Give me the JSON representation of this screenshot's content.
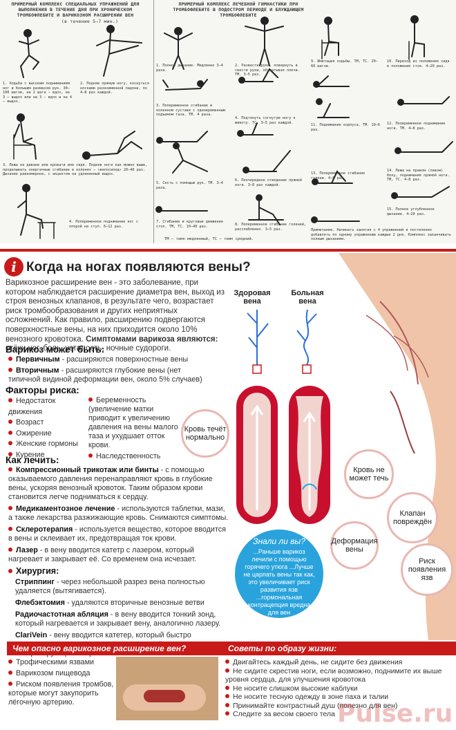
{
  "scan": {
    "col1_title": "ПРИМЕРНЫЙ КОМПЛЕКС СПЕЦИАЛЬНЫХ УПРАЖНЕНИЙ ДЛЯ ВЫПОЛНЕНИЯ В ТЕЧЕНИЕ ДНЯ ПРИ ХРОНИЧЕСКОМ ТРОМБОФЛЕБИТЕ И ВАРИКОЗНОМ РАСШИРЕНИИ ВЕН",
    "col1_sub": "(в течение 5—7 мин.)",
    "col2_title": "ПРИМЕРНЫЙ КОМПЛЕКС ЛЕЧЕБНОЙ ГИМНАСТИКИ ПРИ ТРОМБОФЛЕБИТЕ В ПОДОСТРОМ ПЕРИОДЕ И БЛУЖДАЮЩЕМ ТРОМБОФЛЕБИТЕ",
    "captions": [
      "1. Ходьба с высоким подниманием ног и большим размахом рук. 30—100 шагов, на 2 шага — вдох, на 3 — выдох или на 3 — вдох и на 4 — выдох.",
      "2. Подняв прямую ногу, коснуться носками разноименной ладони, по 4—8 раз каждой.",
      "3. Лежа на диване или кровати или сидя. Подняв ноги как можно выше, проделывать энергичные сгибание в коленях — «велосипед» 20—40 раз. Дыхание равномерное, с акцентом на удлиненный выдох.",
      "4. Попеременное поднимание ног с опорой на стул. 6—12 раз.",
      "1. Полное дыхание. Медленно 3—4 раза.",
      "2. Развести руки, повернуть и свести руки, обхватывая плечи. ТМ. 3—5 раз.",
      "3. Попеременное сгибание в коленном суставе с одновременным подъемом таза. ТМ. 4 раза.",
      "4. Подтянуть согнутую ногу к животу. ТС. 3—5 раз каждой.",
      "5. Сесть с помощью рук. ТМ. 3—4 раза.",
      "6. Поочередное отведение прямой ноги. 3—8 раз каждой.",
      "7. Сгибание и круговые движения стоп. ТМ, ТС. 10—40 раз.",
      "8. Попеременное сгибание голеней, расслабленно. 3—5 раз.",
      "9. Имитация ходьбы. ТМ, ТС. 20—60 шагов.",
      "10. Переход из положения сидя в положение стоя. 4—20 раз.",
      "11. Поднимание корпуса. ТМ. 10—6 раз.",
      "12. Попеременное поднимание ноги. ТМ. 4—8 раз.",
      "13. Попеременное сгибание голени. 4—8 раз.",
      "14. Лежа на правом (левом) боку, поднимание прямой ноги. ТМ, ТС. 4—8 раз.",
      "15. Полное углубленное дыхание. 4—20 раз."
    ],
    "note": "Примечание. Начинать занятия с 4 упражнений и постепенно добавлять по одному упражнению каждые 2 дня. Комплекс заканчивать полным дыханием.",
    "legend": "ТМ — темп медленный, ТС — темп средний."
  },
  "info": {
    "title": "Когда на ногах появляются вены?",
    "intro": "Варикозное расширение вен - это заболевание, при котором наблюдается расширение диаметра вен, выход из строя венозных клапанов, в результате чего, возрастает риск тромбообразования и других неприятных осложнений. Как правило, расширению подвергаются поверхностные вены, на них приходится около 10% венозного кровотока.",
    "symptoms_label": "Симптомами варикоза являются:",
    "symptoms": "отёки ног, боль, усталость, ночные судороги.",
    "types_title": "Варикоз может быть:",
    "type1_b": "Первичным",
    "type1": " - расширяются поверхностные вены",
    "type2_b": "Вторичным",
    "type2": " - расширяются глубокие вены (нет типичной видиной деформации вен, около 5% случаев)",
    "risk_title": "Факторы риска:",
    "risks_left": [
      "Недостаток движения",
      "Возраст",
      "Ожирение",
      "Женские гормоны",
      "Курение"
    ],
    "risks_right": [
      "Беременность (увеличение матки приводит к увеличению давления на вены малого таза и ухудшает отток крови.",
      "Наследственность"
    ],
    "treat_title": "Как лечить:",
    "treat": [
      {
        "b": "Компрессионный трикотаж или бинты",
        "t": " - с помощью оказываемого давления перенаправляют кровь в глубокие вены, ускоряя венозный кровоток. Таким образом крови становится легче подниматься к сердцу."
      },
      {
        "b": "Медикаментозное лечение",
        "t": " - используются таблетки, мази, а также лекарства разжижающие кровь. Снимаются симптомы."
      },
      {
        "b": "Склеротерапия",
        "t": " - используется вещество, которое вводится в вены и склеивает их, предотвращая ток крови."
      },
      {
        "b": "Лазер",
        "t": " - в вену вводится катетр с лазером, который нагревает и закрывает её. Со временем она исчезает."
      }
    ],
    "surg_title": "Хирургия:",
    "surg": [
      {
        "b": "Стриппинг",
        "t": " - через небольшой разрез вена полностью удаляется (вытягивается)."
      },
      {
        "b": "Флебэктомия",
        "t": " - удаляются вторичные венозные ветви"
      },
      {
        "b": "Радиочастотная абляция",
        "t": " - в вену вводится тонкий зонд, который нагревается и закрывает вену, аналогично лазеру."
      },
      {
        "b": "ClariVein",
        "t": " - вену вводится катетер, который быстро вращается, расправляет вену, затем в неё вводится склерозирующее вещество."
      }
    ],
    "healthy_vein": "Здоровая вена",
    "sick_vein": "Больная вена",
    "lbl_flow": "Кровь течёт нормально",
    "lbl_noflow": "Кровь не может течь",
    "lbl_valve": "Клапан повреждён",
    "lbl_deform": "Деформация вены",
    "lbl_ulcer": "Риск появления язв",
    "didyou_title": "Знали ли вы?",
    "didyou_text": "...Раньше варикоз лечили с помощью горячего утюга ...Лучше не царпать вены так как, это увеличивает риск развития язв ...гормональная контрацепция вредна для вен",
    "danger_title": "Чем опасно варикозное расширение вен?",
    "dangers": [
      "Трофическими язвами",
      "Варикозом пищевода",
      "Риском появления тромбов, которые могут закупорить лёгочную артерию."
    ],
    "advice_title": "Советы по образу жизни:",
    "advice": [
      "Двигайтесь каждый день, не сидите без движения",
      "Не сидите скрестив ноги, если возможно, поднимите их выше уровня сердца, для улучшения кровотока",
      "Не носите слишком высокие каблуки",
      "Не носите тесную одежду в зоне паха и талии",
      "Принимайте контрастный душ (полезно для вен)",
      "Следите за весом своего тела"
    ],
    "watermark": "Pulse.ru",
    "colors": {
      "accent": "#c91a1a",
      "blue": "#2aa3dc",
      "skin": "#f0c4a8",
      "vein": "#c8102e"
    }
  }
}
